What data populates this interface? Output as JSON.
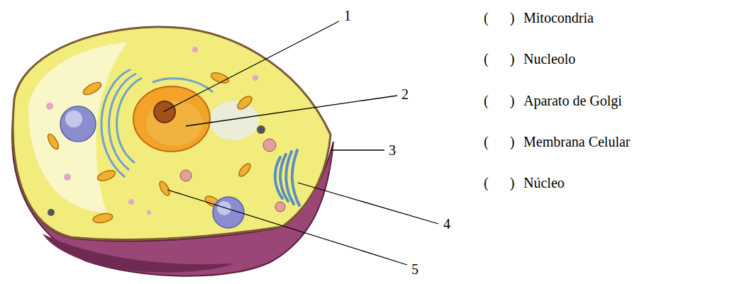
{
  "diagram": {
    "labels": [
      "1",
      "2",
      "3",
      "4",
      "5",
      "(      )",
      "Mitocondria",
      "(      )",
      "Nucleolo",
      "(      )",
      "Aparato de Golgi",
      "(      )",
      "Membrana Celular",
      "(      )",
      "Núcleo"
    ]
  }
}
